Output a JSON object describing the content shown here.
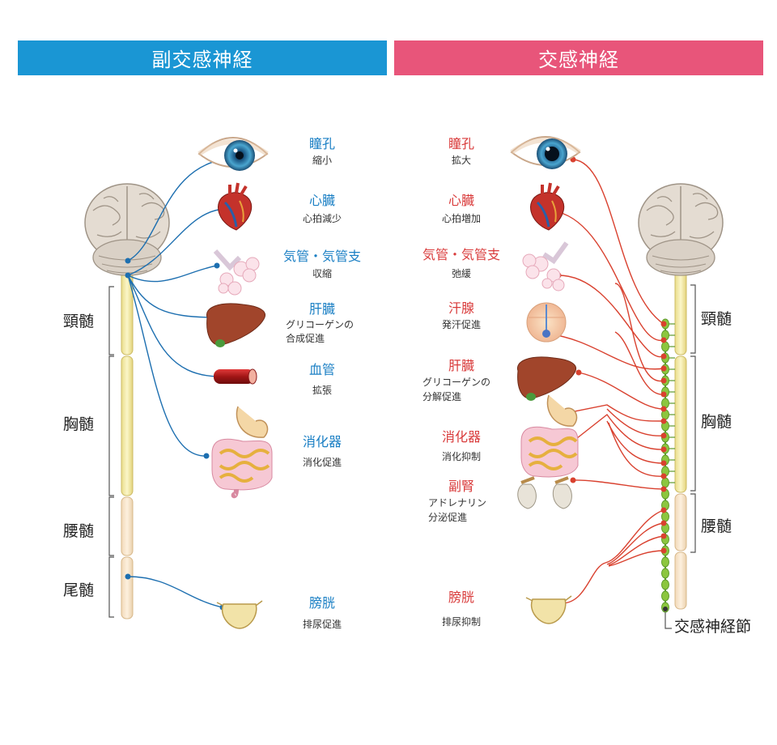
{
  "banners": {
    "parasympathetic": "副交感神経",
    "sympathetic": "交感神経"
  },
  "regions_left": [
    "頸髄",
    "胸髄",
    "腰髄",
    "尾髄"
  ],
  "regions_right": [
    "頸髄",
    "胸髄",
    "腰髄"
  ],
  "ganglion_label": "交感神経節",
  "parasympathetic": {
    "pupil": {
      "name": "瞳孔",
      "effect1": "縮小"
    },
    "heart": {
      "name": "心臓",
      "effect1": "心拍減少"
    },
    "trachea": {
      "name": "気管・気管支",
      "effect1": "収縮"
    },
    "liver": {
      "name": "肝臓",
      "effect1": "グリコーゲンの",
      "effect2": "合成促進"
    },
    "vessel": {
      "name": "血管",
      "effect1": "拡張"
    },
    "digest": {
      "name": "消化器",
      "effect1": "消化促進"
    },
    "bladder": {
      "name": "膀胱",
      "effect1": "排尿促進"
    }
  },
  "sympathetic": {
    "pupil": {
      "name": "瞳孔",
      "effect1": "拡大"
    },
    "heart": {
      "name": "心臓",
      "effect1": "心拍増加"
    },
    "trachea": {
      "name": "気管・気管支",
      "effect1": "弛緩"
    },
    "sweat": {
      "name": "汗腺",
      "effect1": "発汗促進"
    },
    "liver": {
      "name": "肝臓",
      "effect1": "グリコーゲンの",
      "effect2": "分解促進"
    },
    "digest": {
      "name": "消化器",
      "effect1": "消化抑制"
    },
    "adrenal": {
      "name": "副腎",
      "effect1": "アドレナリン",
      "effect2": "分泌促進"
    },
    "bladder": {
      "name": "膀胱",
      "effect1": "排尿抑制"
    }
  },
  "colors": {
    "parasympathetic": "#1a96d4",
    "sympathetic": "#e8557a",
    "para_nerve": "#1d6fb0",
    "symp_nerve": "#d9412f",
    "ganglion": "#8cc63f"
  },
  "icons": [
    "brain-icon",
    "eye-icon",
    "heart-icon",
    "lung-icon",
    "liver-icon",
    "blood-vessel-icon",
    "intestine-icon",
    "stomach-icon",
    "bladder-icon",
    "sweat-gland-icon",
    "adrenal-icon",
    "spinal-cord-icon"
  ]
}
